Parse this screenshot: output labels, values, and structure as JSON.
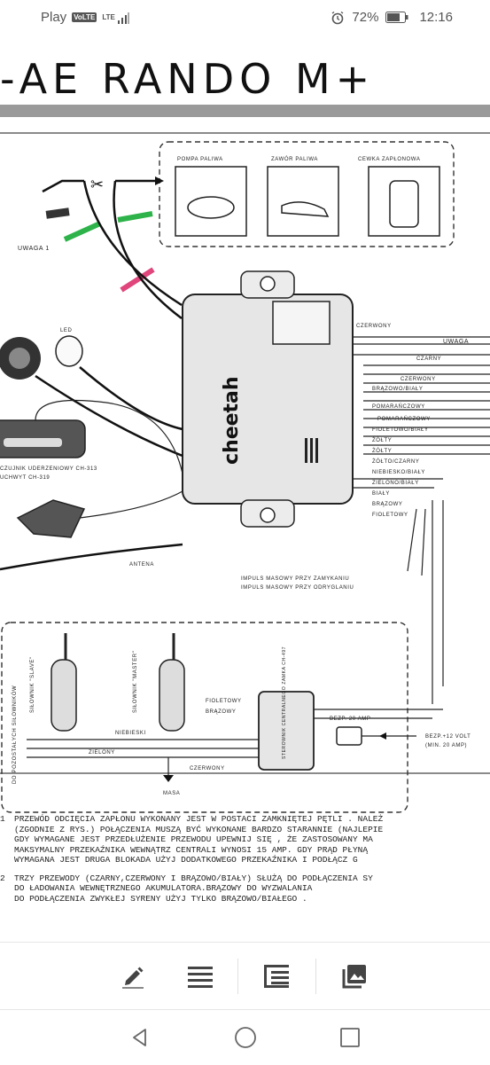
{
  "status_bar": {
    "carrier": "Play",
    "volte": "VoLTE",
    "network": "LTE",
    "battery": "72%",
    "time": "12:16"
  },
  "document": {
    "title": "-AE RANDO M+",
    "diagram": {
      "fuel_pump": "POMPA PALIWA",
      "fuel_valve": "ZAWÓR PALIWA",
      "ignition_coil": "CEWKA ZAPŁONOWA",
      "note1": "UWAGA 1",
      "note2": "UWAGA",
      "led": "LED",
      "brand": "cheetah",
      "sensor": "CZUJNIK UDERZENIOWY CH-313",
      "sensor2": "UCHWYT CH-319",
      "antenna": "ANTENA",
      "fuse": "BEZP. 20 AMP",
      "power_supply": "BEZP.+12 VOLT",
      "power_supply2": "(MIN. 20 AMP)",
      "central_lock": "STEROWNIK CENTRALNEGO ZAMKA CH-497",
      "slave": "SIŁOWNIK \"SLAVE\"",
      "master": "SIŁOWNIK \"MASTER\"",
      "to_other": "DO POZOSTAŁYCH SIŁOWNIKÓW",
      "wire_labels": [
        "CZERWONY",
        "CZARNY",
        "CZERWONY",
        "BRĄZOWO/BIAŁY",
        "POMARAŃCZOWY",
        "POMARAŃCZOWY",
        "FIOLETOWO/BIAŁY",
        "ŻÓŁTY",
        "ŻÓŁTY",
        "ŻÓŁTO/CZARNY",
        "NIEBIESKO/BIAŁY",
        "ZIELONO/BIAŁY",
        "BIAŁY",
        "BRĄZOWY",
        "FIOLETOWY"
      ],
      "pulse_lock": "IMPULS MASOWY PRZY ZAMYKANIU",
      "pulse_unlock": "IMPULS MASOWY PRZY ODRYGLANIU",
      "lock_wires": [
        "FIOLETOWY",
        "BRĄZOWY",
        "NIEBIESKI",
        "ZIELONY",
        "CZERWONY",
        "MASA"
      ]
    },
    "notes": [
      {
        "num": "1",
        "lines": [
          "PRZEWÓD ODCIĘCIA ZAPŁONU WYKONANY JEST W POSTACI ZAMKNIĘTEJ PĘTLI . NALEŻ",
          "(ZGODNIE Z RYS.) POŁĄCZENIA MUSZĄ BYĆ WYKONANE BARDZO STARANNIE (NAJLEPIE",
          "GDY WYMAGANE JEST PRZEDŁUŻENIE PRZEWODU UPEWNIJ SIĘ , ŻE ZASTOSOWANY MA",
          "MAKSYMALNY PRZEKAŹNIKA WEWNĄTRZ CENTRALI WYNOSI 15 AMP. GDY PRĄD PŁYNĄ",
          "WYMAGANA JEST DRUGA BLOKADA UŻYJ DODATKOWEGO PRZEKAŹNIKA I PODŁĄCZ G"
        ]
      },
      {
        "num": "2",
        "lines": [
          "TRZY PRZEWODY (CZARNY,CZERWONY I BRĄZOWO/BIAŁY) SŁUŻĄ DO PODŁĄCZENIA SY",
          "DO ŁADOWANIA WEWNĘTRZNEGO AKUMULATORA.BRĄZOWY DO WYZWALANIA",
          "DO PODŁĄCZENIA ZWYKŁEJ SYRENY UŻYJ TYLKO BRĄZOWO/BIAŁEGO ."
        ]
      }
    ]
  },
  "toolbar": {
    "items": [
      "edit-icon",
      "format-icon",
      "view-icon",
      "gallery-icon"
    ]
  },
  "navbar": {
    "items": [
      "back-icon",
      "home-icon",
      "recents-icon"
    ]
  },
  "colors": {
    "accent_green": "#2db34a",
    "accent_pink": "#e0457b",
    "toolbar_icon": "#444444"
  }
}
